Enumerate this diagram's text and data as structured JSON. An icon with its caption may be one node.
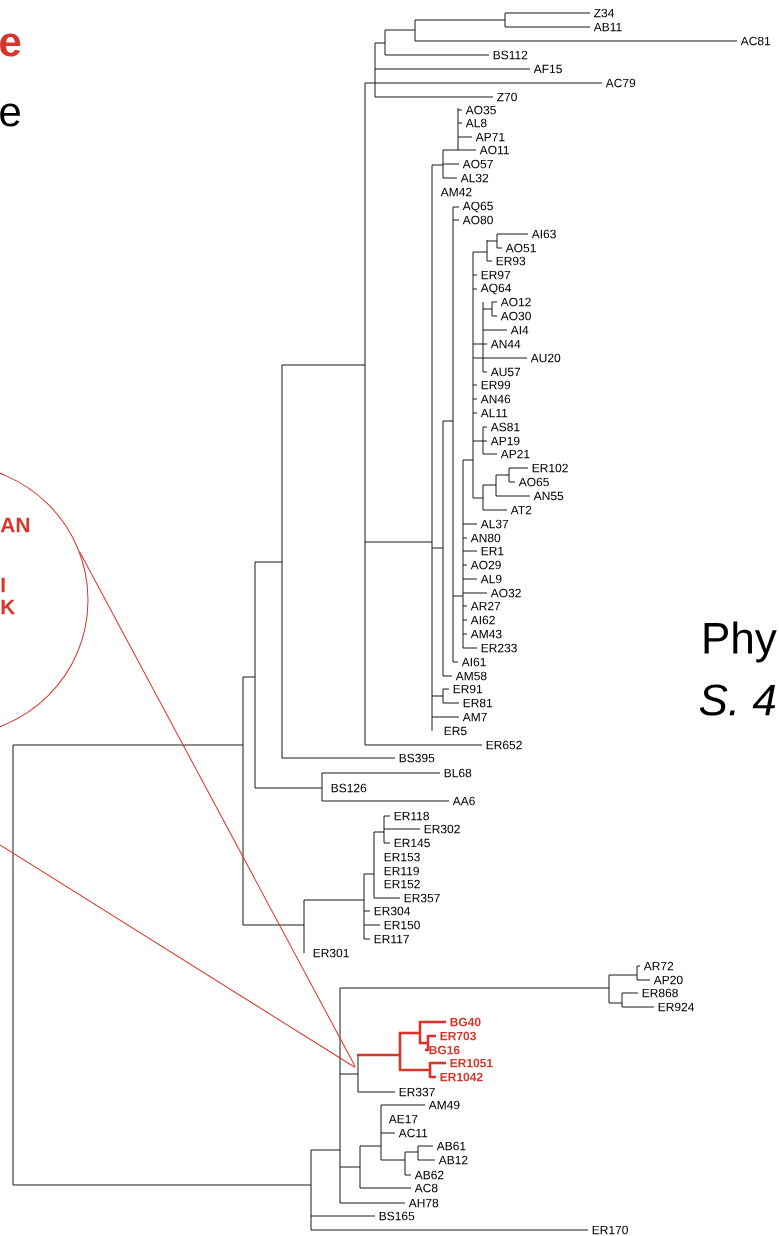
{
  "diagram": {
    "nodes": [
      {
        "text": [
          "AN",
          "I",
          "K"
        ]
      },
      {
        "text": [],
        "shape": "picture"
      }
    ],
    "edges": [
      {
        "from": 0,
        "to": 1,
        "arrow": "none"
      },
      {
        "from": null,
        "to": 1,
        "arrow": "none"
      }
    ],
    "labels": [
      "e",
      "e",
      "Z34",
      "AB11",
      "AC81",
      "BS112",
      "AF15",
      "AC79",
      "Z70",
      "AO35",
      "AL8",
      "AP71",
      "AO11",
      "AO57",
      "AL32",
      "AM42",
      "AQ65",
      "AO80",
      "AI63",
      "AO51",
      "ER93",
      "ER97",
      "AQ64",
      "AO12",
      "AO30",
      "AI4",
      "AN44",
      "AU20",
      "AU57",
      "ER99",
      "AN46",
      "AL11",
      "AS81",
      "AP19",
      "AP21",
      "ER102",
      "AO65",
      "AN55",
      "AT2",
      "AL37",
      "AN80",
      "ER1",
      "AO29",
      "AL9",
      "AO32",
      "AR27",
      "AI62",
      "AM43",
      "ER233",
      "AI61",
      "AM58",
      "ER91",
      "ER81",
      "AM7",
      "ER5",
      "ER652",
      "BS395",
      "BL68",
      "BS126",
      "AA6",
      "ER118",
      "ER302",
      "ER145",
      "ER153",
      "ER119",
      "ER152",
      "ER357",
      "ER304",
      "ER150",
      "ER117",
      "ER301",
      "AR72",
      "AP20",
      "ER868",
      "ER924",
      "BG40",
      "ER703",
      "BG16",
      "ER1051",
      "ER1042",
      "ER337",
      "AM49",
      "AE17",
      "AC11",
      "AB61",
      "AB12",
      "AB62",
      "AC8",
      "AH78",
      "BS165",
      "ER170",
      "Phy",
      "S. 4"
    ]
  }
}
